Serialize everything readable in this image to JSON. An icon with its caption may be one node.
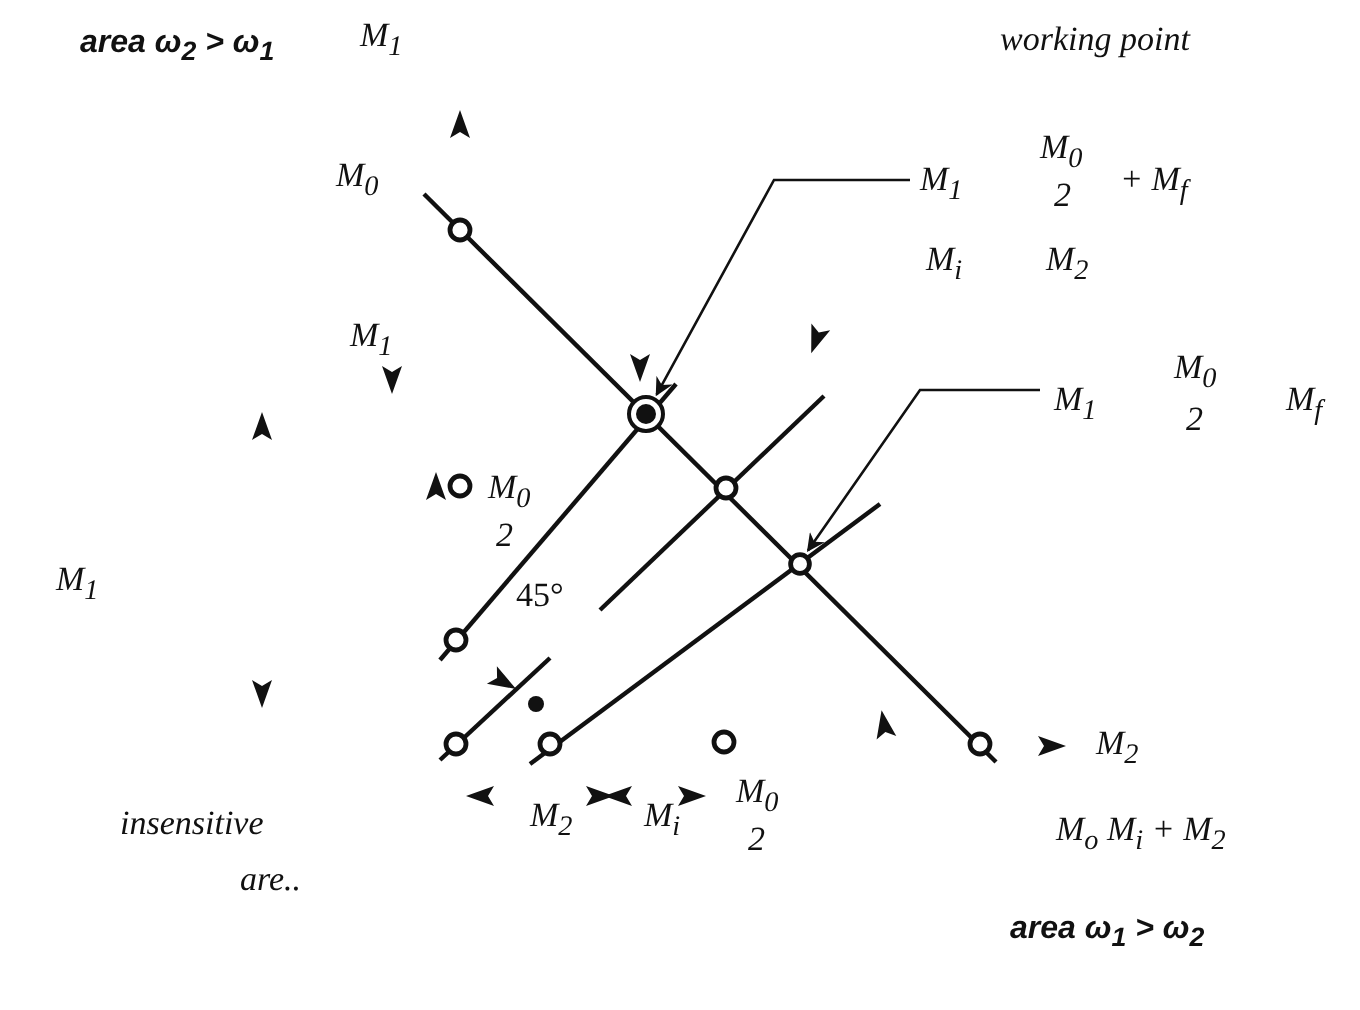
{
  "diagram": {
    "nodes": [
      {
        "text": [
          "M$_{1}$",
          "M$_{0}$",
          "2",
          "+ M$_{f}$",
          "M$_{i}$",
          "M$_{2}$"
        ]
      },
      {
        "text": [],
        "shape": "circle"
      },
      {
        "text": [
          "M$_{1}$",
          "M$_{0}$",
          "2",
          "M$_{f}$"
        ]
      },
      {
        "text": [],
        "shape": "circle"
      }
    ],
    "edges": [
      {
        "from": 0,
        "to": 1,
        "arrow": "to"
      },
      {
        "from": 2,
        "to": 3,
        "arrow": "to"
      }
    ],
    "labels": [
      "area ω$_{2}$ > ω$_{1}$",
      "M$_{1}$",
      "working point",
      "M$_{0}$",
      "M$_{1}$",
      "M$_{0}$",
      "2",
      "M$_{1}$",
      "45°",
      "insensitive",
      "are..",
      "M$_{2}$",
      "M$_{i}$",
      "M$_{0}$",
      "2",
      "M$_{2}$",
      "M$_{o}$  M$_{i}$ + M$_{2}$",
      "area ω$_{1}$ > ω$_{2}$"
    ]
  }
}
